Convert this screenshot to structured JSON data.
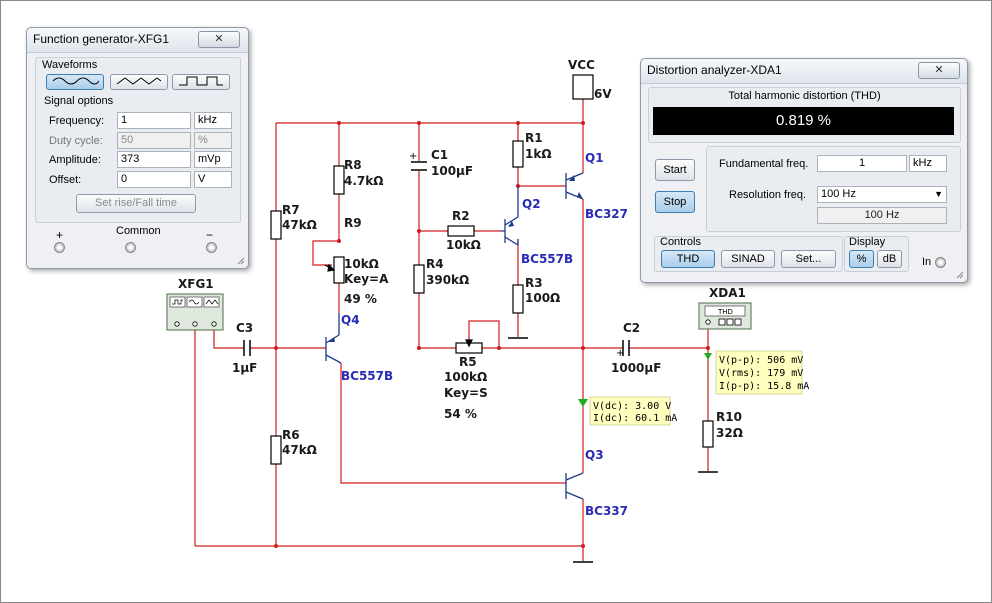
{
  "function_generator": {
    "title": "Function generator-XFG1",
    "close_glyph": "✕",
    "waveforms_label": "Waveforms",
    "waveforms": [
      "sine-wave-icon",
      "triangle-wave-icon",
      "square-wave-icon"
    ],
    "selected_waveform": "sine",
    "signal_options_label": "Signal options",
    "frequency_label": "Frequency:",
    "frequency_value": "1",
    "frequency_unit": "kHz",
    "duty_cycle_label": "Duty cycle:",
    "duty_cycle_value": "50",
    "duty_cycle_unit": "%",
    "amplitude_label": "Amplitude:",
    "amplitude_value": "373",
    "amplitude_unit": "mVp",
    "offset_label": "Offset:",
    "offset_value": "0",
    "offset_unit": "V",
    "rise_fall_button": "Set rise/Fall time",
    "plus_label": "+",
    "common_label": "Common",
    "minus_label": "−"
  },
  "distortion_analyzer": {
    "title": "Distortion analyzer-XDA1",
    "close_glyph": "✕",
    "thd_label": "Total harmonic distortion (THD)",
    "thd_value": "0.819 %",
    "start_button": "Start",
    "stop_button": "Stop",
    "fundamental_label": "Fundamental freq.",
    "fundamental_value": "1",
    "fundamental_unit": "kHz",
    "resolution_label": "Resolution freq.",
    "resolution_value": "100 Hz",
    "resolution_readout": "100 Hz",
    "controls_label": "Controls",
    "thd_button": "THD",
    "sinad_button": "SINAD",
    "set_button": "Set...",
    "display_label": "Display",
    "percent_button": "%",
    "db_button": "dB",
    "in_label": "In"
  },
  "schematic": {
    "colors": {
      "wire": "#d01c1c",
      "wire_dark": "#1e3a8a",
      "label_blue": "#2a2ab8",
      "probe_bg": "#ffffc0",
      "probe_marker": "#22aa22"
    },
    "vcc_label": "VCC",
    "vcc_value": "6V",
    "xfg1_label": "XFG1",
    "xda1_label": "XDA1",
    "xda1_screen": "THD",
    "components": {
      "R1": {
        "name": "R1",
        "value": "1kΩ"
      },
      "R2": {
        "name": "R2",
        "value": "10kΩ"
      },
      "R3": {
        "name": "R3",
        "value": "100Ω"
      },
      "R4": {
        "name": "R4",
        "value": "390kΩ"
      },
      "R5": {
        "name": "R5",
        "value": "100kΩ",
        "key": "Key=S",
        "setting": "54 %"
      },
      "R6": {
        "name": "R6",
        "value": "47kΩ"
      },
      "R7": {
        "name": "R7",
        "value": "47kΩ"
      },
      "R8": {
        "name": "R8",
        "value": "4.7kΩ"
      },
      "R9": {
        "name": "R9",
        "value": "10kΩ",
        "key": "Key=A",
        "setting": "49 %"
      },
      "R10": {
        "name": "R10",
        "value": "32Ω"
      },
      "C1": {
        "name": "C1",
        "value": "100µF"
      },
      "C2": {
        "name": "C2",
        "value": "1000µF"
      },
      "C3": {
        "name": "C3",
        "value": "1µF"
      },
      "Q1": {
        "name": "Q1",
        "model": "BC327"
      },
      "Q2": {
        "name": "Q2",
        "model": "BC557B"
      },
      "Q3": {
        "name": "Q3",
        "model": "BC337"
      },
      "Q4": {
        "name": "Q4",
        "model": "BC557B"
      }
    },
    "probe_dc": {
      "line1": "V(dc): 3.00 V",
      "line2": "I(dc): 60.1 mA"
    },
    "probe_ac": {
      "line1": "V(p-p): 506 mV",
      "line2": "V(rms): 179 mV",
      "line3": "I(p-p): 15.8 mA"
    }
  }
}
